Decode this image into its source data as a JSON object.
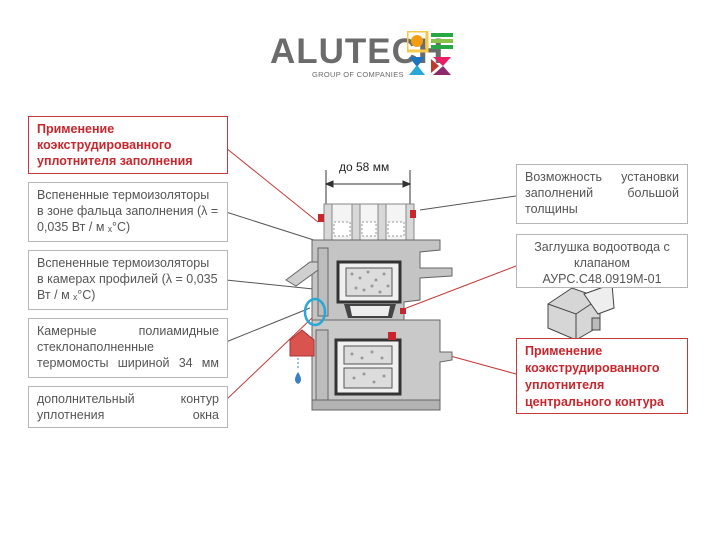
{
  "logo": {
    "name": "ALUTECH",
    "subtitle": "GROUP OF COMPANIES",
    "colors": [
      "#f39c12",
      "#27a844",
      "#1e73be",
      "#c0392b",
      "#8bc34a",
      "#e91e63",
      "#ffc107"
    ]
  },
  "labels": {
    "seal_fill": "Применение коэкструдированного уплотнителя заполнения",
    "foam_rebate": "Вспененные термоизоляторы в зоне фальца заполнения (λ = 0,035 Вт / м ₓ°С)",
    "foam_chambers": "Вспененные термоизоляторы в камерах профилей (λ = 0,035 Вт / м ₓ°С)",
    "polyamide": "Камерные полиамидные стеклонаполненные термомосты шириной 34 мм",
    "extra_contour": "дополнительный контур уплотнения окна",
    "thick_fill": "Возможность установки заполнений большой толщины",
    "drain_cap": "Заглушка водоотвода с клапаном АУРС.С48.0919М-01",
    "seal_central": "Применение коэкструдированного уплотнителя центрального контура"
  },
  "dimension": "до 58 мм",
  "colors": {
    "accent_red": "#c8262c",
    "box_grey": "#b5b5b5",
    "profile_grey": "#a8a8a8",
    "highlight_blue": "#29a8d8",
    "water_drop": "#3a7fc9"
  }
}
